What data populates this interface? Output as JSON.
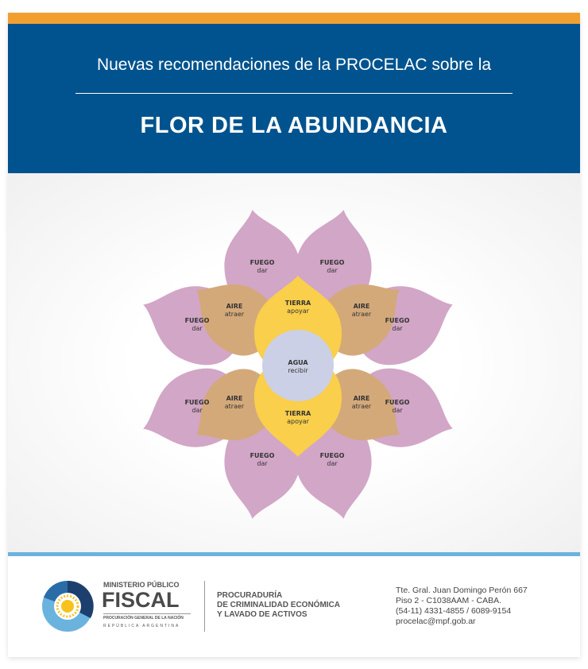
{
  "header": {
    "subtitle": "Nuevas recomendaciones de la PROCELAC sobre la",
    "title": "FLOR DE LA ABUNDANCIA"
  },
  "flower": {
    "fuego": {
      "name": "FUEGO",
      "verb": "dar"
    },
    "aire": {
      "name": "AIRE",
      "verb": "atraer"
    },
    "tierra": {
      "name": "TIERRA",
      "verb": "apoyar"
    },
    "agua": {
      "name": "AGUA",
      "verb": "recibir"
    },
    "colors": {
      "fuego": "#d2a6c6",
      "aire": "#d4a97a",
      "tierra": "#f9cf4b",
      "agua": "#cbd0e6"
    }
  },
  "footer": {
    "logo": {
      "line1": "MINISTERIO PÚBLICO",
      "line2": "FISCAL",
      "line3": "PROCURACIÓN GENERAL DE LA NACIÓN",
      "line4": "REPÚBLICA ARGENTINA"
    },
    "org": [
      "PROCURADURÍA",
      "DE CRIMINALIDAD ECONÓMICA",
      "Y LAVADO DE ACTIVOS"
    ],
    "contact": [
      "Tte. Gral. Juan Domingo Perón 667",
      "Piso 2 - C1038AAM - CABA.",
      "(54-11) 4331-4855 / 6089-9154",
      "procelac@mpf.gob.ar"
    ]
  }
}
